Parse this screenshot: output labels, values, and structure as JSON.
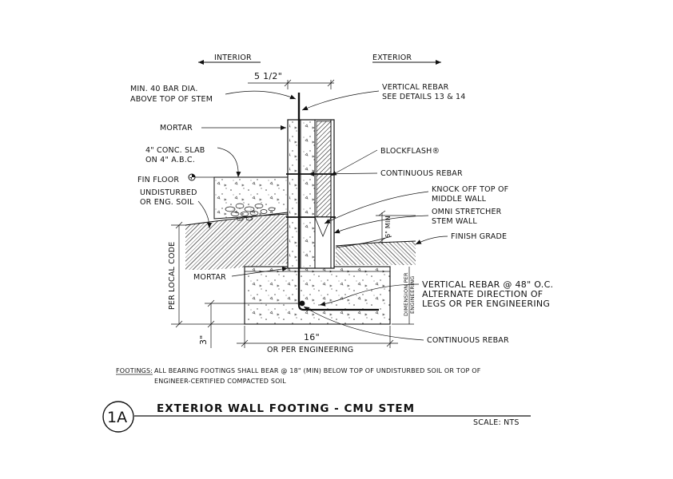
{
  "labels": {
    "interior": "INTERIOR",
    "exterior": "EXTERIOR",
    "dim_top": "5 1/2\"",
    "min_bar_1": "MIN. 40 BAR DIA.",
    "min_bar_2": "ABOVE TOP OF STEM",
    "vert_rebar_1": "VERTICAL REBAR",
    "vert_rebar_2": "SEE DETAILS 13 & 14",
    "mortar_top": "MORTAR",
    "slab_1": "4\" CONC. SLAB",
    "slab_2": "ON 4\" A.B.C.",
    "blockflash": "BLOCKFLASH®",
    "fin_floor": "FIN FLOOR",
    "cont_rebar_top": "CONTINUOUS REBAR",
    "undisturbed_1": "UNDISTURBED",
    "undisturbed_2": "OR ENG. SOIL",
    "knock_1": "KNOCK OFF TOP OF",
    "knock_2": "MIDDLE WALL",
    "omni_1": "OMNI STRETCHER",
    "omni_2": "STEM WALL",
    "min_6": "6\" MIN",
    "finish_grade": "FINISH GRADE",
    "per_local_code": "PER LOCAL CODE",
    "mortar_low": "MORTAR",
    "vert_rebar48_1": "VERTICAL REBAR @ 48\" O.C.",
    "vert_rebar48_2": "ALTERNATE DIRECTION OF",
    "vert_rebar48_3": "LEGS OR PER ENGINEERING",
    "dim_per_eng_1": "DIMENSION PER",
    "dim_per_eng_2": "ENGINEERING",
    "dim_3": "3\"",
    "dim_16": "16\"",
    "or_per_eng": "OR PER ENGINEERING",
    "cont_rebar_low": "CONTINUOUS REBAR"
  },
  "footnote": {
    "label": "FOOTINGS:",
    "line1": "ALL BEARING FOOTINGS SHALL BEAR @ 18\" (MIN) BELOW TOP OF UNDISTURBED SOIL OR TOP OF",
    "line2": "ENGINEER-CERTIFIED COMPACTED SOIL"
  },
  "title_block": {
    "detail_id": "1A",
    "title": "EXTERIOR WALL FOOTING - CMU STEM",
    "scale": "SCALE: NTS"
  }
}
